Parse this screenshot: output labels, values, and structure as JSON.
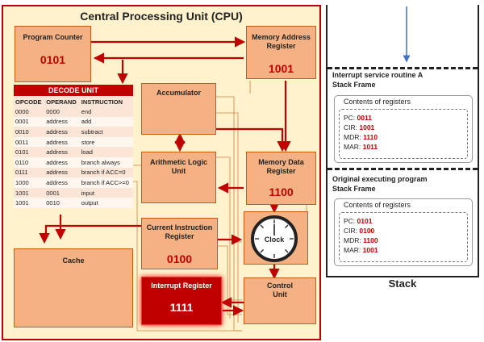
{
  "cpu": {
    "title": "Central Processing Unit (CPU)",
    "program_counter": {
      "label": "Program Counter",
      "value": "0101"
    },
    "mar": {
      "label_line1": "Memory Address",
      "label_line2": "Register",
      "value": "1001"
    },
    "accumulator": {
      "label": "Accumulator"
    },
    "alu": {
      "label_line1": "Arithmetic Logic",
      "label_line2": "Unit"
    },
    "mdr": {
      "label_line1": "Memory Data",
      "label_line2": "Register",
      "value": "1100"
    },
    "cir": {
      "label_line1": "Current Instruction",
      "label_line2": "Register",
      "value": "0100"
    },
    "clock": {
      "label": "Clock"
    },
    "cache": {
      "label": "Cache"
    },
    "interrupt_register": {
      "label": "Interrupt Register",
      "value": "1111"
    },
    "control_unit": {
      "label_line1": "Control",
      "label_line2": "Unit"
    },
    "decode_unit": {
      "title": "DECODE UNIT",
      "headers": [
        "OPCODE",
        "OPERAND",
        "INSTRUCTION"
      ],
      "rows": [
        [
          "0000",
          "0000",
          "end"
        ],
        [
          "0001",
          "address",
          "add"
        ],
        [
          "0010",
          "address",
          "subtract"
        ],
        [
          "0011",
          "address",
          "store"
        ],
        [
          "0101",
          "address",
          "load"
        ],
        [
          "0110",
          "address",
          "branch always"
        ],
        [
          "0111",
          "address",
          "branch if ACC=0"
        ],
        [
          "1000",
          "address",
          "branch if ACC>=0"
        ],
        [
          "1001",
          "0001",
          "input"
        ],
        [
          "1001",
          "0010",
          "output"
        ]
      ]
    }
  },
  "stack": {
    "label": "Stack",
    "frames": [
      {
        "title_line1": "Interrupt service routine A",
        "title_line2": "Stack Frame",
        "registers_label": "Contents of registers",
        "registers": [
          {
            "name": "PC:",
            "value": "0011"
          },
          {
            "name": "CIR:",
            "value": "1001"
          },
          {
            "name": "MDR:",
            "value": "1110"
          },
          {
            "name": "MAR:",
            "value": "1011"
          }
        ]
      },
      {
        "title_line1": "Original executing program",
        "title_line2": "Stack Frame",
        "registers_label": "Contents of registers",
        "registers": [
          {
            "name": "PC:",
            "value": "0101"
          },
          {
            "name": "CIR:",
            "value": "0100"
          },
          {
            "name": "MDR:",
            "value": "1100"
          },
          {
            "name": "MAR:",
            "value": "1001"
          }
        ]
      }
    ]
  },
  "colors": {
    "cpu_background": "#fff2cc",
    "cpu_border": "#c00000",
    "component_fill": "#f4b183",
    "value_red": "#c00000",
    "interrupt_fill": "#c00000",
    "arrow_red": "#c00000",
    "stack_arrow": "#4472c4"
  }
}
